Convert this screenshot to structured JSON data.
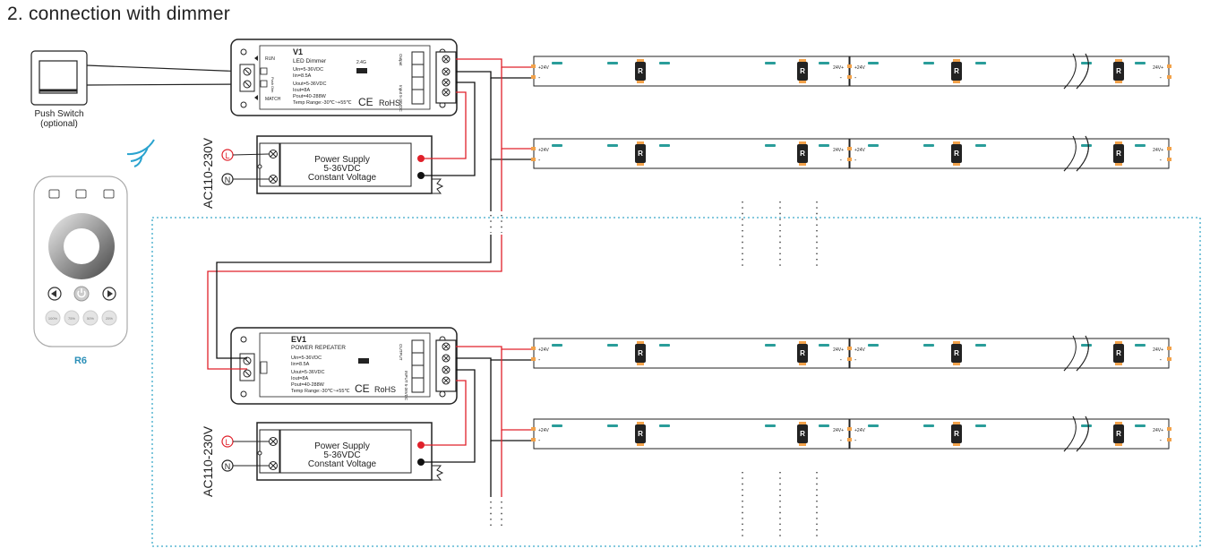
{
  "title": "2. connection with dimmer",
  "colors": {
    "wire_red": "#e0202a",
    "wire_black": "#111111",
    "strip_bg": "#ffffff",
    "strip_led": "#2a9d9a",
    "strip_pad": "#f2a24a",
    "dotted_box": "#3aa9c9",
    "remote_label": "#2a8fb8",
    "wifi": "#2aa3cf"
  },
  "push_switch": {
    "label_line1": "Push Switch",
    "label_line2": "(optional)"
  },
  "remote": {
    "model": "R6",
    "preset_buttons": [
      "100%",
      "75%",
      "50%",
      "25%"
    ]
  },
  "dimmer": {
    "model": "V1",
    "name": "LED Dimmer",
    "signal": "2.4G",
    "specs": [
      "Uin=5-36VDC",
      "Iin=8.5A",
      "Uout=5-36VDC",
      "Iout=8A",
      "Pout=40-288W",
      "Temp Range:-30℃~+55℃"
    ],
    "run_label": "RUN",
    "match_label": "MATCH",
    "push_dim_label": "Push Dim",
    "output_label": "Output",
    "input_label": "Input 5-36VDC",
    "ce_label": "CE",
    "rohs_label": "RoHS"
  },
  "repeater": {
    "model": "EV1",
    "name": "POWER REPEATER",
    "specs": [
      "Uin=5-36VDC",
      "Iin=8.5A",
      "Uout=5-36VDC",
      "Iout=8A",
      "Pout=40-288W",
      "Temp Range:-30℃~+55℃"
    ],
    "output_label": "OUTPUT",
    "input_label": "INPUT 5-36VDC",
    "ce_label": "CE",
    "rohs_label": "RoHS"
  },
  "power_supply": {
    "line1": "Power Supply",
    "line2": "5-36VDC",
    "line3": "Constant Voltage",
    "ac_label": "AC110-230V",
    "live": "L",
    "neutral": "N"
  },
  "strip": {
    "plus_label": "+24V",
    "minus_label": "-",
    "plus_label_end": "24V+",
    "resistor_label": "R"
  }
}
